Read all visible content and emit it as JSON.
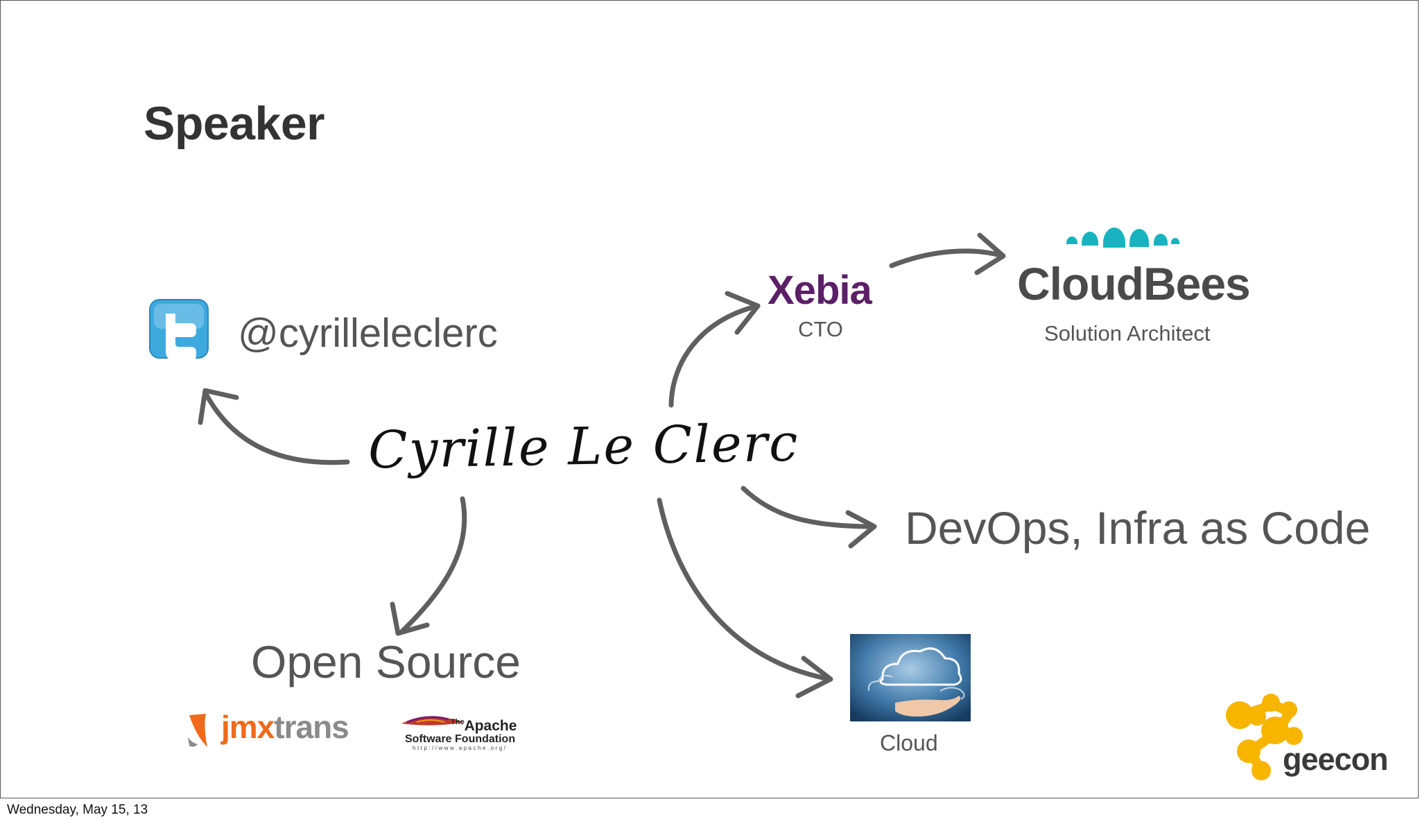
{
  "slide": {
    "title": "Speaker",
    "twitter_handle": "@cyrilleleclerc",
    "speaker_name": "Cyrille Le Clerc",
    "companies": {
      "xebia": {
        "logo_text": "Xebia",
        "role": "CTO",
        "color": "#5b1f67"
      },
      "cloudbees": {
        "logo_text": "CloudBees",
        "role": "Solution Architect",
        "color": "#17b3c0"
      }
    },
    "topics": {
      "devops": "DevOps, Infra as Code",
      "open_source": "Open Source",
      "cloud": "Cloud"
    },
    "logos": {
      "jmxtrans": {
        "prefix": "jmx",
        "suffix": "trans"
      },
      "apache": {
        "the": "The",
        "name": "Apache",
        "line2": "Software Foundation",
        "url": "http://www.apache.org/"
      },
      "geecon": "geecon"
    },
    "icons": [
      "twitter-icon",
      "cloud-hand-icon",
      "apache-feather-icon",
      "jmxtrans-icon",
      "cloudbees-icon",
      "geecon-icon"
    ],
    "arrow_color": "#5f5f5f"
  },
  "footer": {
    "date": "Wednesday, May 15, 13"
  }
}
